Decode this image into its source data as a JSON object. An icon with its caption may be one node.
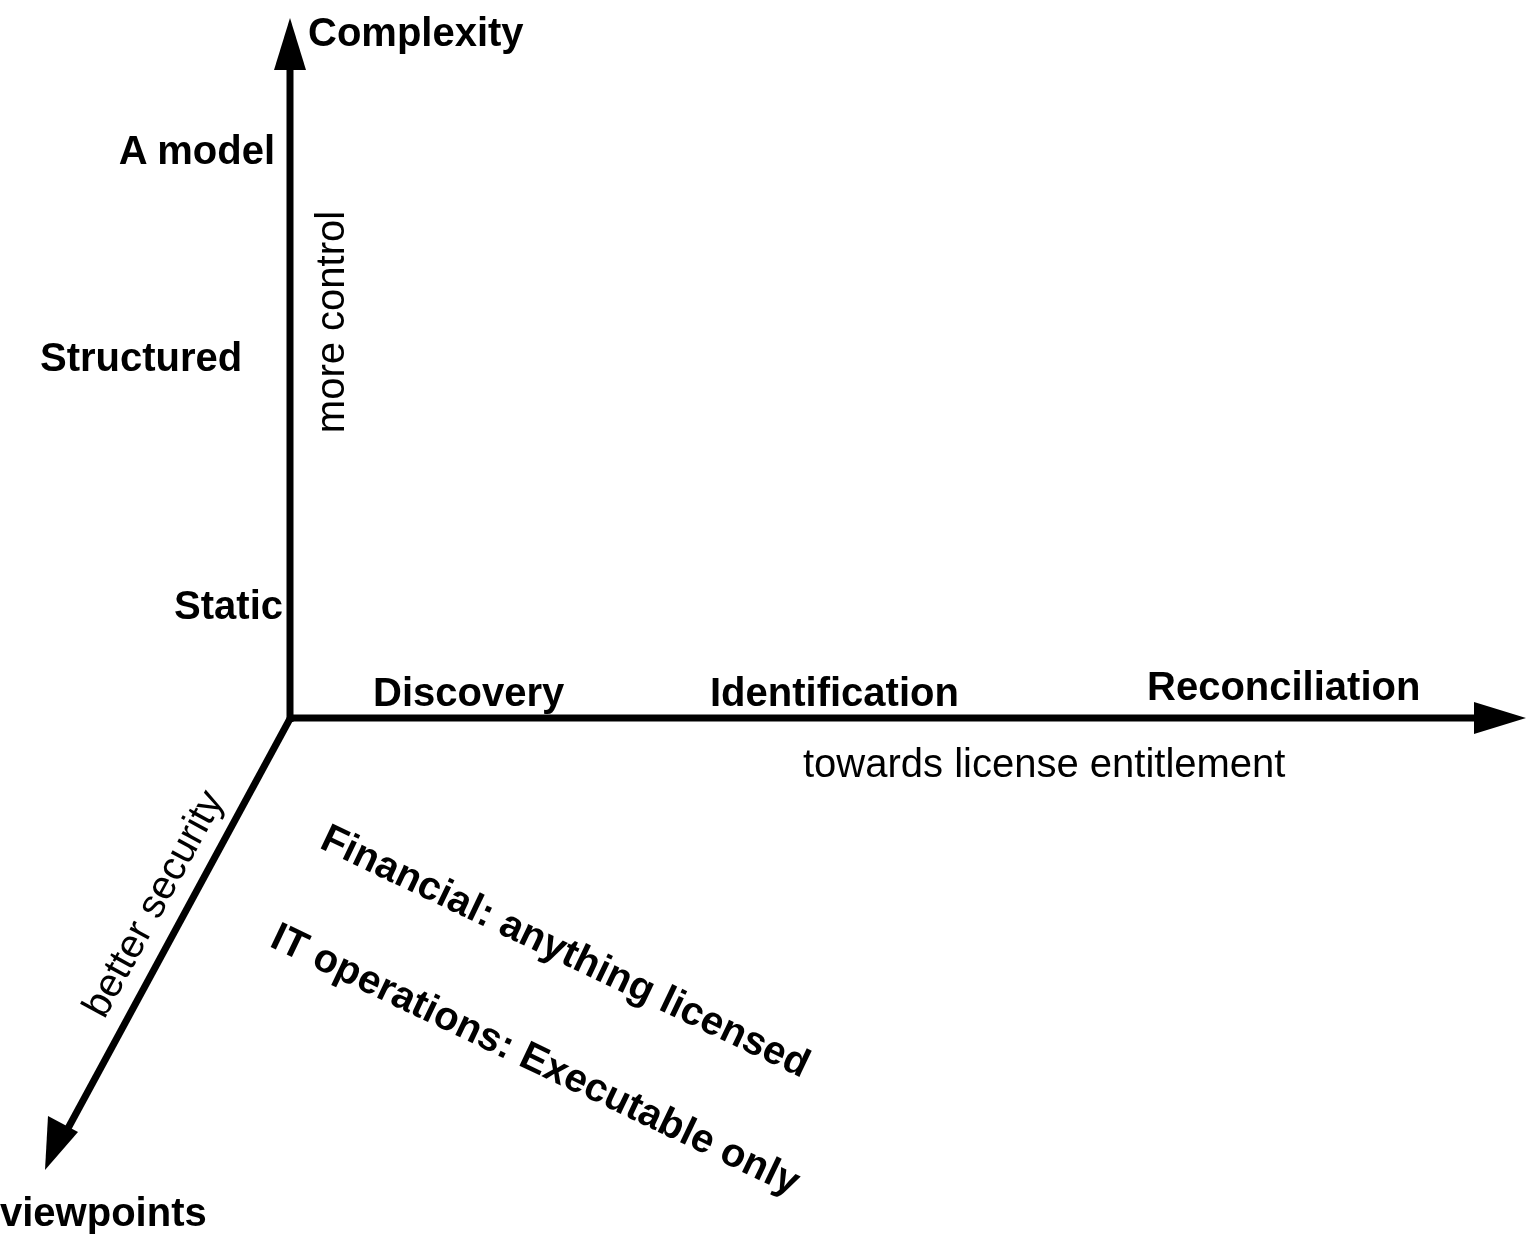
{
  "diagram": {
    "labels": [
      "Complexity",
      "A model",
      "more control",
      "Structured",
      "Static",
      "Discovery",
      "Identification",
      "Reconciliation",
      "towards license entitlement",
      "better security",
      "Financial: anything licensed",
      "IT operations: Executable only",
      "viewpoints"
    ]
  }
}
